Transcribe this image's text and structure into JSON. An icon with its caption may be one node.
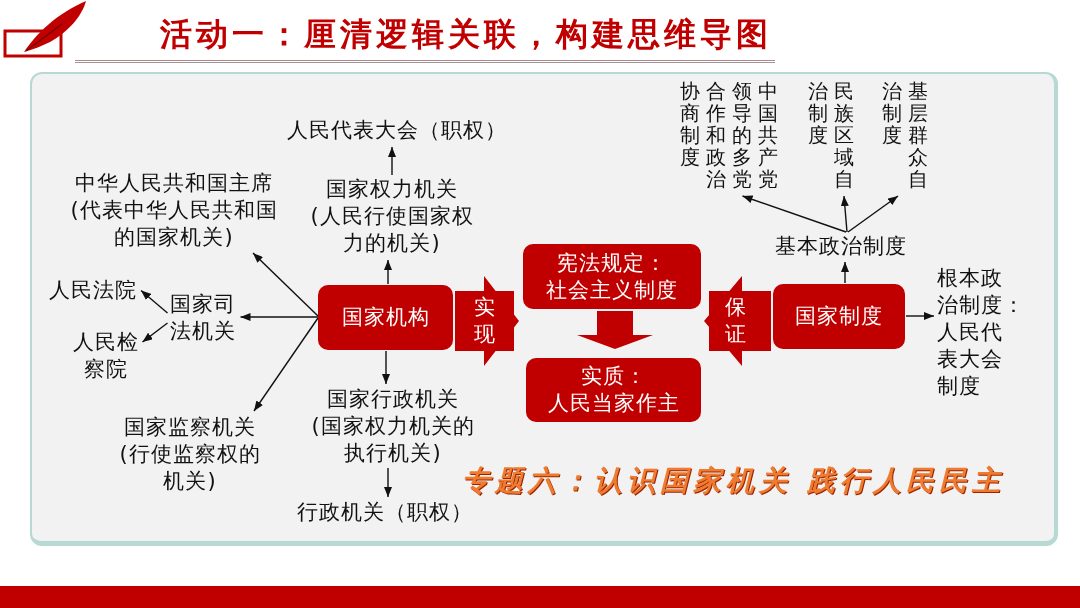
{
  "diagram": {
    "title": "活动一：厘清逻辑关联，构建思维导图",
    "nodes": [
      {
        "text": [
          "国家机构"
        ]
      },
      {
        "text": [
          "国家权力机关",
          "(人民行使国家权力的机关)"
        ]
      },
      {
        "text": [
          "人民代表大会（职权）"
        ]
      },
      {
        "text": [
          "中华人民共和国主席",
          "(代表中华人民共和国的国家机关)"
        ]
      },
      {
        "text": [
          "国家司法机关"
        ]
      },
      {
        "text": [
          "人民法院"
        ]
      },
      {
        "text": [
          "人民检察院"
        ]
      },
      {
        "text": [
          "国家监察机关",
          "(行使监察权的机关)"
        ]
      },
      {
        "text": [
          "国家行政机关",
          "(国家权力机关的执行机关)"
        ]
      },
      {
        "text": [
          "行政机关（职权）"
        ]
      },
      {
        "text": [
          "宪法规定：",
          "社会主义制度"
        ]
      },
      {
        "text": [
          "实质：",
          "人民当家作主"
        ]
      },
      {
        "text": [
          "国家制度"
        ]
      },
      {
        "text": [
          "基本政治制度"
        ]
      },
      {
        "text": [
          "中国共产党领导的多党合作和政治协商制度"
        ]
      },
      {
        "text": [
          "民族区域自治制度"
        ]
      },
      {
        "text": [
          "基层群众自治制度"
        ]
      },
      {
        "text": [
          "根本政治制度：人民代表大会制度"
        ]
      }
    ],
    "edges": [
      {
        "from": 0,
        "to": 1,
        "arrow": "to"
      },
      {
        "from": 1,
        "to": 2,
        "arrow": "to"
      },
      {
        "from": 0,
        "to": 3,
        "arrow": "to"
      },
      {
        "from": 0,
        "to": 4,
        "arrow": "to"
      },
      {
        "from": 0,
        "to": 7,
        "arrow": "to"
      },
      {
        "from": 4,
        "to": 5,
        "arrow": "to"
      },
      {
        "from": 4,
        "to": 6,
        "arrow": "to"
      },
      {
        "from": 0,
        "to": 8,
        "arrow": "to"
      },
      {
        "from": 8,
        "to": 9,
        "arrow": "to"
      },
      {
        "from": 0,
        "to": 10,
        "arrow": "to",
        "label": "实现",
        "style": "thick",
        "color": "#c00000"
      },
      {
        "from": 10,
        "to": 11,
        "arrow": "to",
        "style": "thick",
        "color": "#c00000"
      },
      {
        "from": 12,
        "to": 10,
        "arrow": "to",
        "label": "保证",
        "style": "thick",
        "color": "#c00000"
      },
      {
        "from": 12,
        "to": 13,
        "arrow": "to"
      },
      {
        "from": 12,
        "to": 17,
        "arrow": "to"
      },
      {
        "from": 13,
        "to": 14,
        "arrow": "to"
      },
      {
        "from": 13,
        "to": 15,
        "arrow": "to"
      },
      {
        "from": 13,
        "to": 16,
        "arrow": "to"
      }
    ],
    "labels": [
      "专题六：认识国家机关 践行人民民主"
    ]
  }
}
